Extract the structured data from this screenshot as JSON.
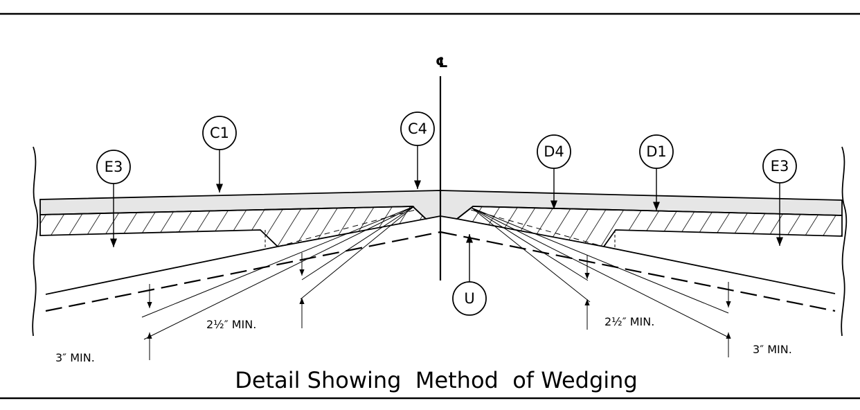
{
  "title": "Detail Showing  Method  of Wedging",
  "centerline_label": "℄",
  "callouts": {
    "c1": "C1",
    "c4": "C4",
    "d4": "D4",
    "d1": "D1",
    "e3_left": "E3",
    "e3_right": "E3",
    "u": "U"
  },
  "dimensions": {
    "left_min_3": "3″ MIN.",
    "left_min_2half": "2½″ MIN.",
    "right_min_2half": "2½″ MIN.",
    "right_min_3": "3″ MIN."
  }
}
